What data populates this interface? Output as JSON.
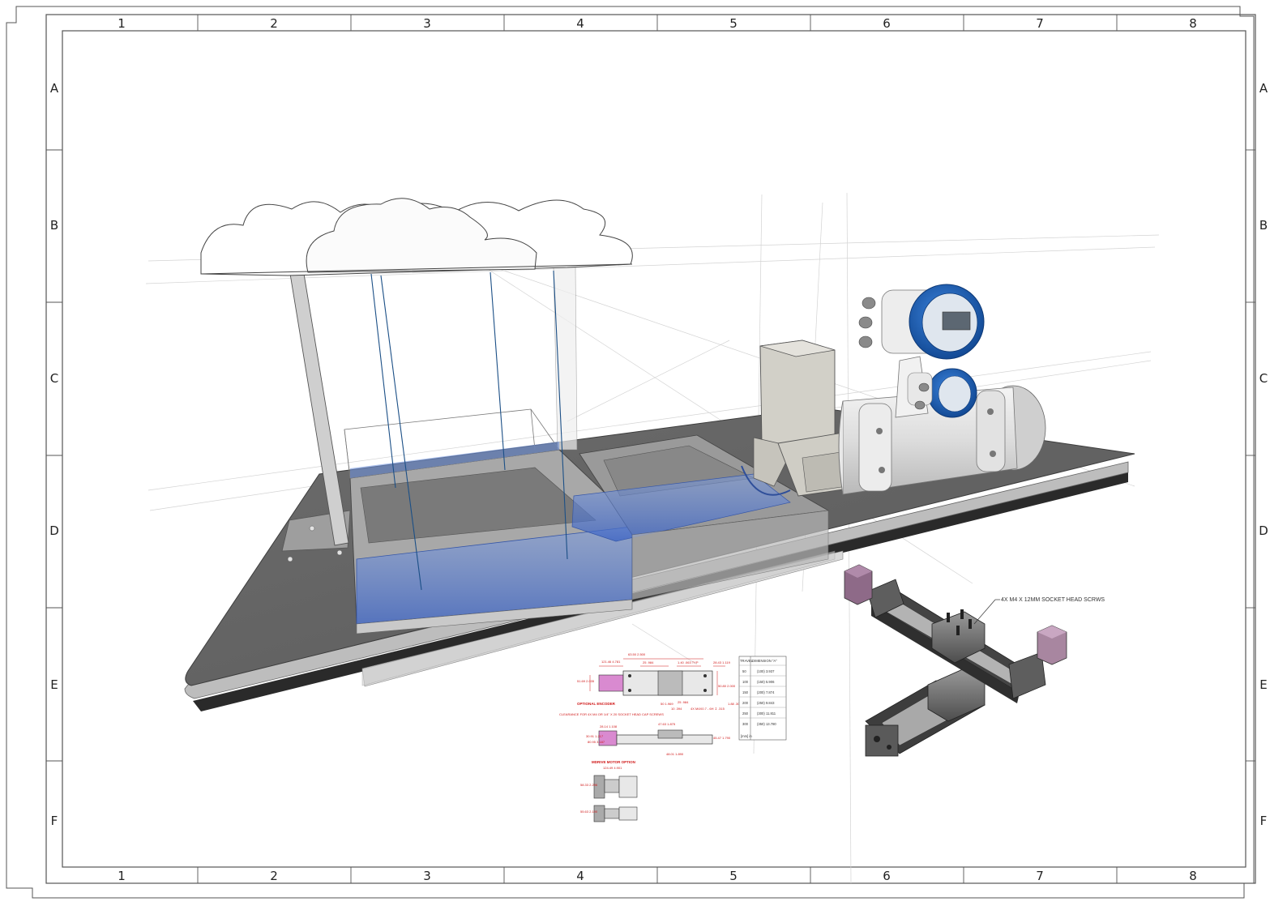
{
  "frame": {
    "columns": [
      "1",
      "2",
      "3",
      "4",
      "5",
      "6",
      "7",
      "8"
    ],
    "rows": [
      "A",
      "B",
      "C",
      "D",
      "E",
      "F"
    ]
  },
  "colors": {
    "platform": "#6e6e6e",
    "water": "#5d7fd2",
    "meter_cap": "#1f62b8",
    "motor": "#8e6a88",
    "dimension_red": "#d01818"
  },
  "callout": {
    "screws": "4X M4 X 12MM SOCKET HEAD SCRWS"
  },
  "drawing_notes": {
    "optional_encoder": "OPTIONAL ENCODER",
    "clearance": "CLEARANCE FOR 4X M4 OR 1/4\" X 20 SOCKET HEAD CAP SCREWS",
    "mdrive_option": "MDRIVE MOTOR OPTION"
  },
  "dimensions": {
    "top": [
      "121.46 4.781",
      "63.50 2.500",
      "25 .984",
      "1.40 .063 TYP",
      "28.43 1.119"
    ],
    "left": [
      "51.69 2.035"
    ],
    "right": [
      "50.80 2.000",
      "25 .984",
      "1.88 .30"
    ],
    "center": [
      "50 1.969",
      "10 .394",
      "4X M4X0.7 - 6H ↧ .315"
    ],
    "lower": [
      "30.91 1.217",
      "80.95 3.187",
      "28.14 1.108",
      "47.63 1.875",
      "45.47 1.790",
      "48.01 1.890"
    ],
    "mdrive": [
      "124.49 4.901",
      "58.33 2.296",
      "55.63 2.190"
    ]
  },
  "travel_table": {
    "headers": [
      "TRAVEL",
      "DIMENSION \"A\""
    ],
    "rows": [
      [
        "50",
        "(100) 3.937"
      ],
      [
        "100",
        "(150) 5.906"
      ],
      [
        "150",
        "(200) 7.874"
      ],
      [
        "200",
        "(250) 9.843"
      ],
      [
        "250",
        "(300) 11.811"
      ],
      [
        "300",
        "(350) 13.780"
      ]
    ],
    "unit_note": "[mm] in"
  }
}
